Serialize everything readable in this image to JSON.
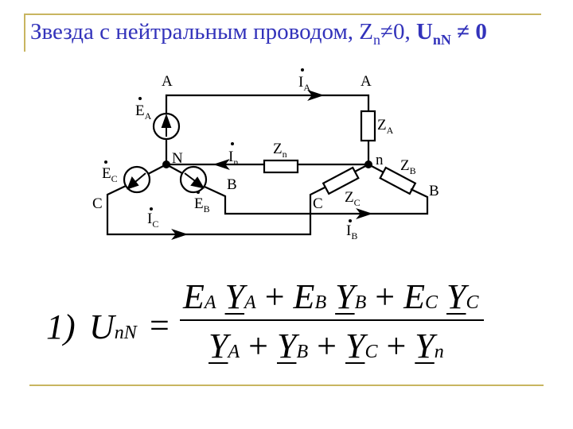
{
  "title": {
    "main": "Звезда с нейтральным проводом, Z",
    "zn_sub": "n",
    "zn_rest": "≠0, ",
    "u": "U",
    "u_sub": "nN",
    "u_rest": " ≠ 0"
  },
  "circuit": {
    "node_A_left": "A",
    "node_A_right": "A",
    "node_N": "N",
    "node_n": "n",
    "node_B_left": "B",
    "node_B_right": "B",
    "node_C_left": "C",
    "node_C_right": "C",
    "IA": "I",
    "IA_sub": "A",
    "IB": "I",
    "IB_sub": "B",
    "IC": "I",
    "IC_sub": "C",
    "In": "I",
    "In_sub": "n",
    "EA": "E",
    "EA_sub": "A",
    "EB": "E",
    "EB_sub": "B",
    "EC": "E",
    "EC_sub": "C",
    "ZA": "Z",
    "ZA_sub": "A",
    "ZB": "Z",
    "ZB_sub": "B",
    "ZC": "Z",
    "ZC_sub": "C",
    "Zn": "Z",
    "Zn_sub": "n"
  },
  "formula": {
    "number": "1)",
    "lhs": "U",
    "lhs_sub": "nN",
    "eq": "=",
    "num": [
      {
        "e": "E",
        "e_sub": "A",
        "y": "Y",
        "y_sub": "A"
      },
      {
        "op": "+",
        "e": "E",
        "e_sub": "B",
        "y": "Y",
        "y_sub": "B"
      },
      {
        "op": "+",
        "e": "E",
        "e_sub": "C",
        "y": "Y",
        "y_sub": "C"
      }
    ],
    "den": [
      {
        "y": "Y",
        "y_sub": "A"
      },
      {
        "op": "+",
        "y": "Y",
        "y_sub": "B"
      },
      {
        "op": "+",
        "y": "Y",
        "y_sub": "C"
      },
      {
        "op": "+",
        "y": "Y",
        "y_sub": "n"
      }
    ]
  }
}
